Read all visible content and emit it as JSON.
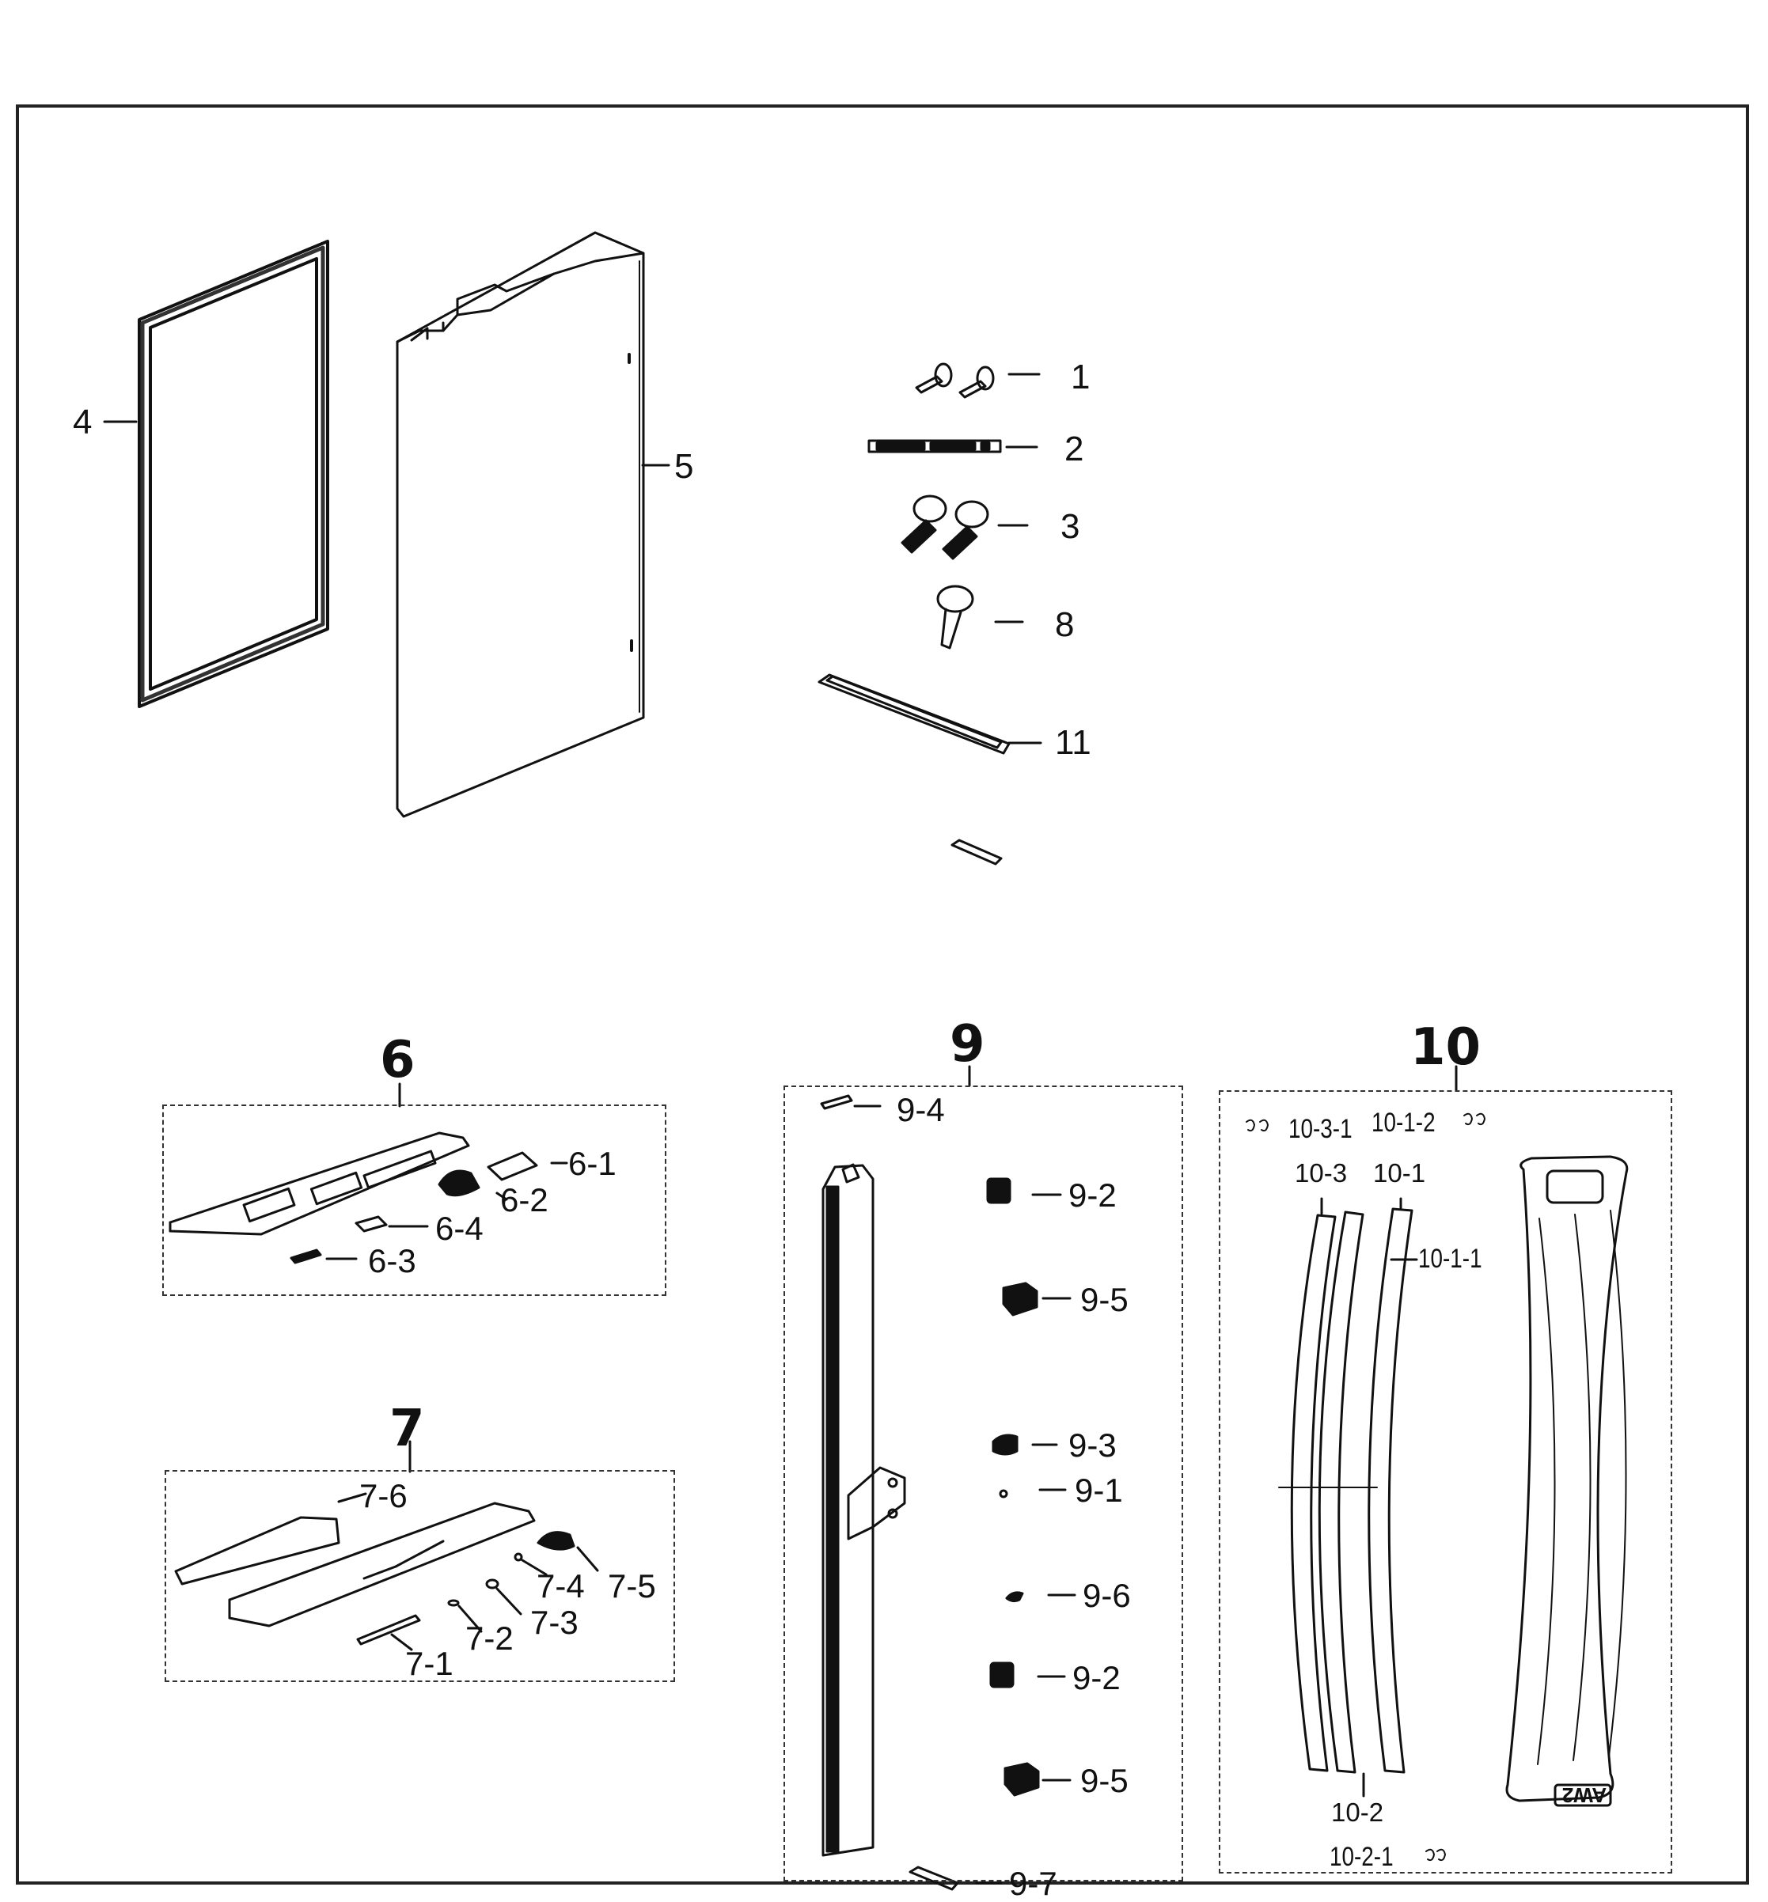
{
  "callouts": {
    "c1": "1",
    "c2": "2",
    "c3": "3",
    "c4": "4",
    "c5": "5",
    "c8": "8",
    "c11": "11"
  },
  "group6": {
    "title": "6",
    "parts": {
      "p1": "6-1",
      "p2": "6-2",
      "p3": "6-3",
      "p4": "6-4"
    }
  },
  "group7": {
    "title": "7",
    "parts": {
      "p1": "7-1",
      "p2": "7-2",
      "p3": "7-3",
      "p4": "7-4",
      "p5": "7-5",
      "p6": "7-6"
    }
  },
  "group9": {
    "title": "9",
    "parts": {
      "p4": "9-4",
      "p2a": "9-2",
      "p5a": "9-5",
      "p3": "9-3",
      "p1": "9-1",
      "p6": "9-6",
      "p2b": "9-2",
      "p5b": "9-5",
      "p7": "9-7"
    }
  },
  "group10": {
    "title": "10",
    "parts": {
      "p31": "10-3-1",
      "p12": "10-1-2",
      "p3": "10-3",
      "p1": "10-1",
      "p11": "10-1-1",
      "p2": "10-2",
      "p21": "10-2-1"
    },
    "tray_marking": "AW2"
  }
}
